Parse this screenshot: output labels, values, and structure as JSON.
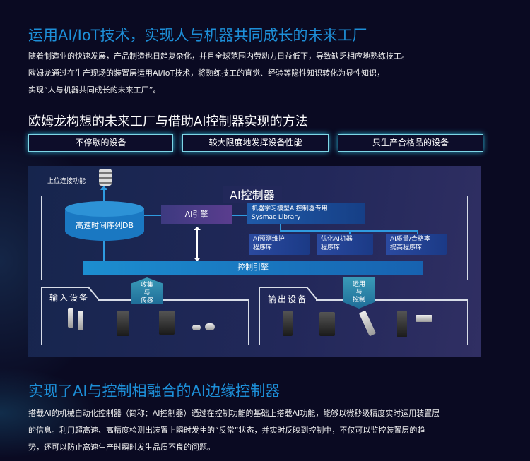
{
  "section1": {
    "title": "运用AI/IoT技术，实现人与机器共同成长的未来工厂",
    "paragraph_lines": [
      "随着制造业的快速发展，产品制造也日趋复杂化，并且全球范围内劳动力日益低下，导致缺乏相应地熟练技工。",
      "欧姆龙通过在生产现场的装置层运用AI/IoT技术，将熟练技工的直觉、经验等隐性知识转化为显性知识，",
      "实现“人与机器共同成长的未来工厂”。"
    ]
  },
  "section2": {
    "title": "欧姆龙构想的未来工厂与借助AI控制器实现的方法",
    "pills": [
      "不停歇的设备",
      "较大限度地发挥设备性能",
      "只生产合格品的设备"
    ]
  },
  "diagram": {
    "upper_link": "上位连接功能",
    "controller_title": "AI控制器",
    "db": "高速时间序列DB",
    "ai_engine": "AI引擎",
    "library_line1": "机器学习模型AI控制器专用",
    "library_line2": "Sysmac Library",
    "sub_libs": [
      {
        "l1": "AI预测维护",
        "l2": "程序库"
      },
      {
        "l1": "优化AI机器",
        "l2": "程序库"
      },
      {
        "l1": "AI质量/合格率",
        "l2": "提高程序库"
      }
    ],
    "control_engine": "控制引擎",
    "collect": [
      "收集",
      "与",
      "传感"
    ],
    "apply": [
      "运用",
      "与",
      "控制"
    ],
    "input_devices": "输入设备",
    "output_devices": "输出设备"
  },
  "section3": {
    "title": "实现了AI与控制相融合的AI边缘控制器",
    "paragraph_lines": [
      "搭载AI的机械自动化控制器（简称：AI控制器）通过在控制功能的基础上搭载AI功能，能够以微秒级精度实时运用装置层",
      "的信息。利用超高速、高精度检测出装置上瞬时发生的“反常”状态，并实时反映到控制中，不仅可以监控装置层的趋",
      "势，还可以防止高速生产时瞬时发生品质不良的问题。"
    ]
  }
}
